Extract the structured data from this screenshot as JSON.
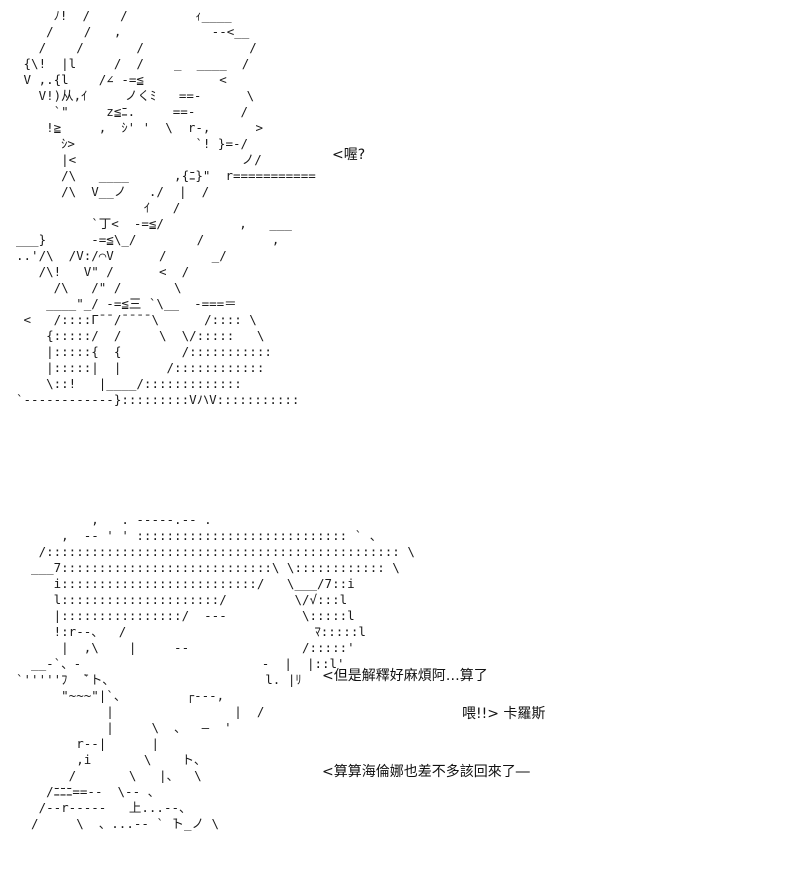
{
  "ascii_art": {
    "top_lines": [
      "     ﾉ!  /    /         ｨ____",
      "    /    /   ,            --<__",
      "   /    /       /              /",
      " {\\!  |l     /  /    _  ____  /",
      " V ,.{l    /∠ -=≦          <",
      "   V!)从,ｲ     ノくﾐ   ==-      \\",
      "     `\"     z≦ﾆ.     ==-      /",
      "    !≧     ,  ｼ' '  \\  r-,      >",
      "      ｼ>                `! }=-/",
      "      |<                      ノ/",
      "      /\\   ____      ,{ﾆ}\"  r===========",
      "      /\\  V__ノ   ./  |  /",
      "                 ｲ   /",
      "          `丁<  -=≦/          ,   ___",
      "___}      -=≦\\_/        /         ,",
      "..'/\\  /V:/⌒V      /      _/",
      "   /\\!   V\" /      <  /",
      "     /\\   /\" /       \\",
      "    ____\"_/ -=≦三 `\\__  -===＝",
      " <   /::::Γ¯¯/¯¯¯¯\\      /:::: \\",
      "    {:::::/  /     \\  \\/:::::   \\",
      "    |:::::{  {        /:::::::::::",
      "    |:::::|  |      /::::::::::::",
      "    \\::!   |____/:::::::::::::",
      "`------------}:::::::::VハV:::::::::::"
    ],
    "bottom_lines": [
      "          ,   . -----.-- .",
      "      ,  -- ' ' :::::::::::::::::::::::::::: ` 、",
      "   /::::::::::::::::::::::::::::::::::::::::::::::: \\",
      "  ___7::::::::::::::::::::::::::::\\ \\:::::::::::: \\",
      "     i::::::::::::::::::::::::::/   \\___/7::i",
      "     l:::::::::::::::::::::/         \\/√:::l",
      "     |::::::::::::::::/  ---          \\:::::l",
      "     !:r--、  /                         ﾏ:::::l",
      "      |  ,\\    |     --               /:::::'",
      "  __-`、-                        -  |  |::l'",
      "`'''''ﾌ  ̄`ト、                    l. |ﾘ",
      "      \"~~~\"|`、        ┌---,",
      "            |                |  /",
      "            |     \\  、  ―  '",
      "        r--|      |",
      "        ,i       \\    ト、",
      "       /       \\   |、  \\",
      "    /ﾆﾆﾆ==--  \\-- 、",
      "   /--r-----   上...--、",
      "  /     \\  、...-- ` ̄ト_ノ \\"
    ]
  },
  "speech": {
    "line1": "<喔?",
    "line2": "<但是解釋好麻煩阿…算了",
    "line3": "喂!!> 卡羅斯",
    "line4": "<算算海倫娜也差不多該回來了―"
  }
}
